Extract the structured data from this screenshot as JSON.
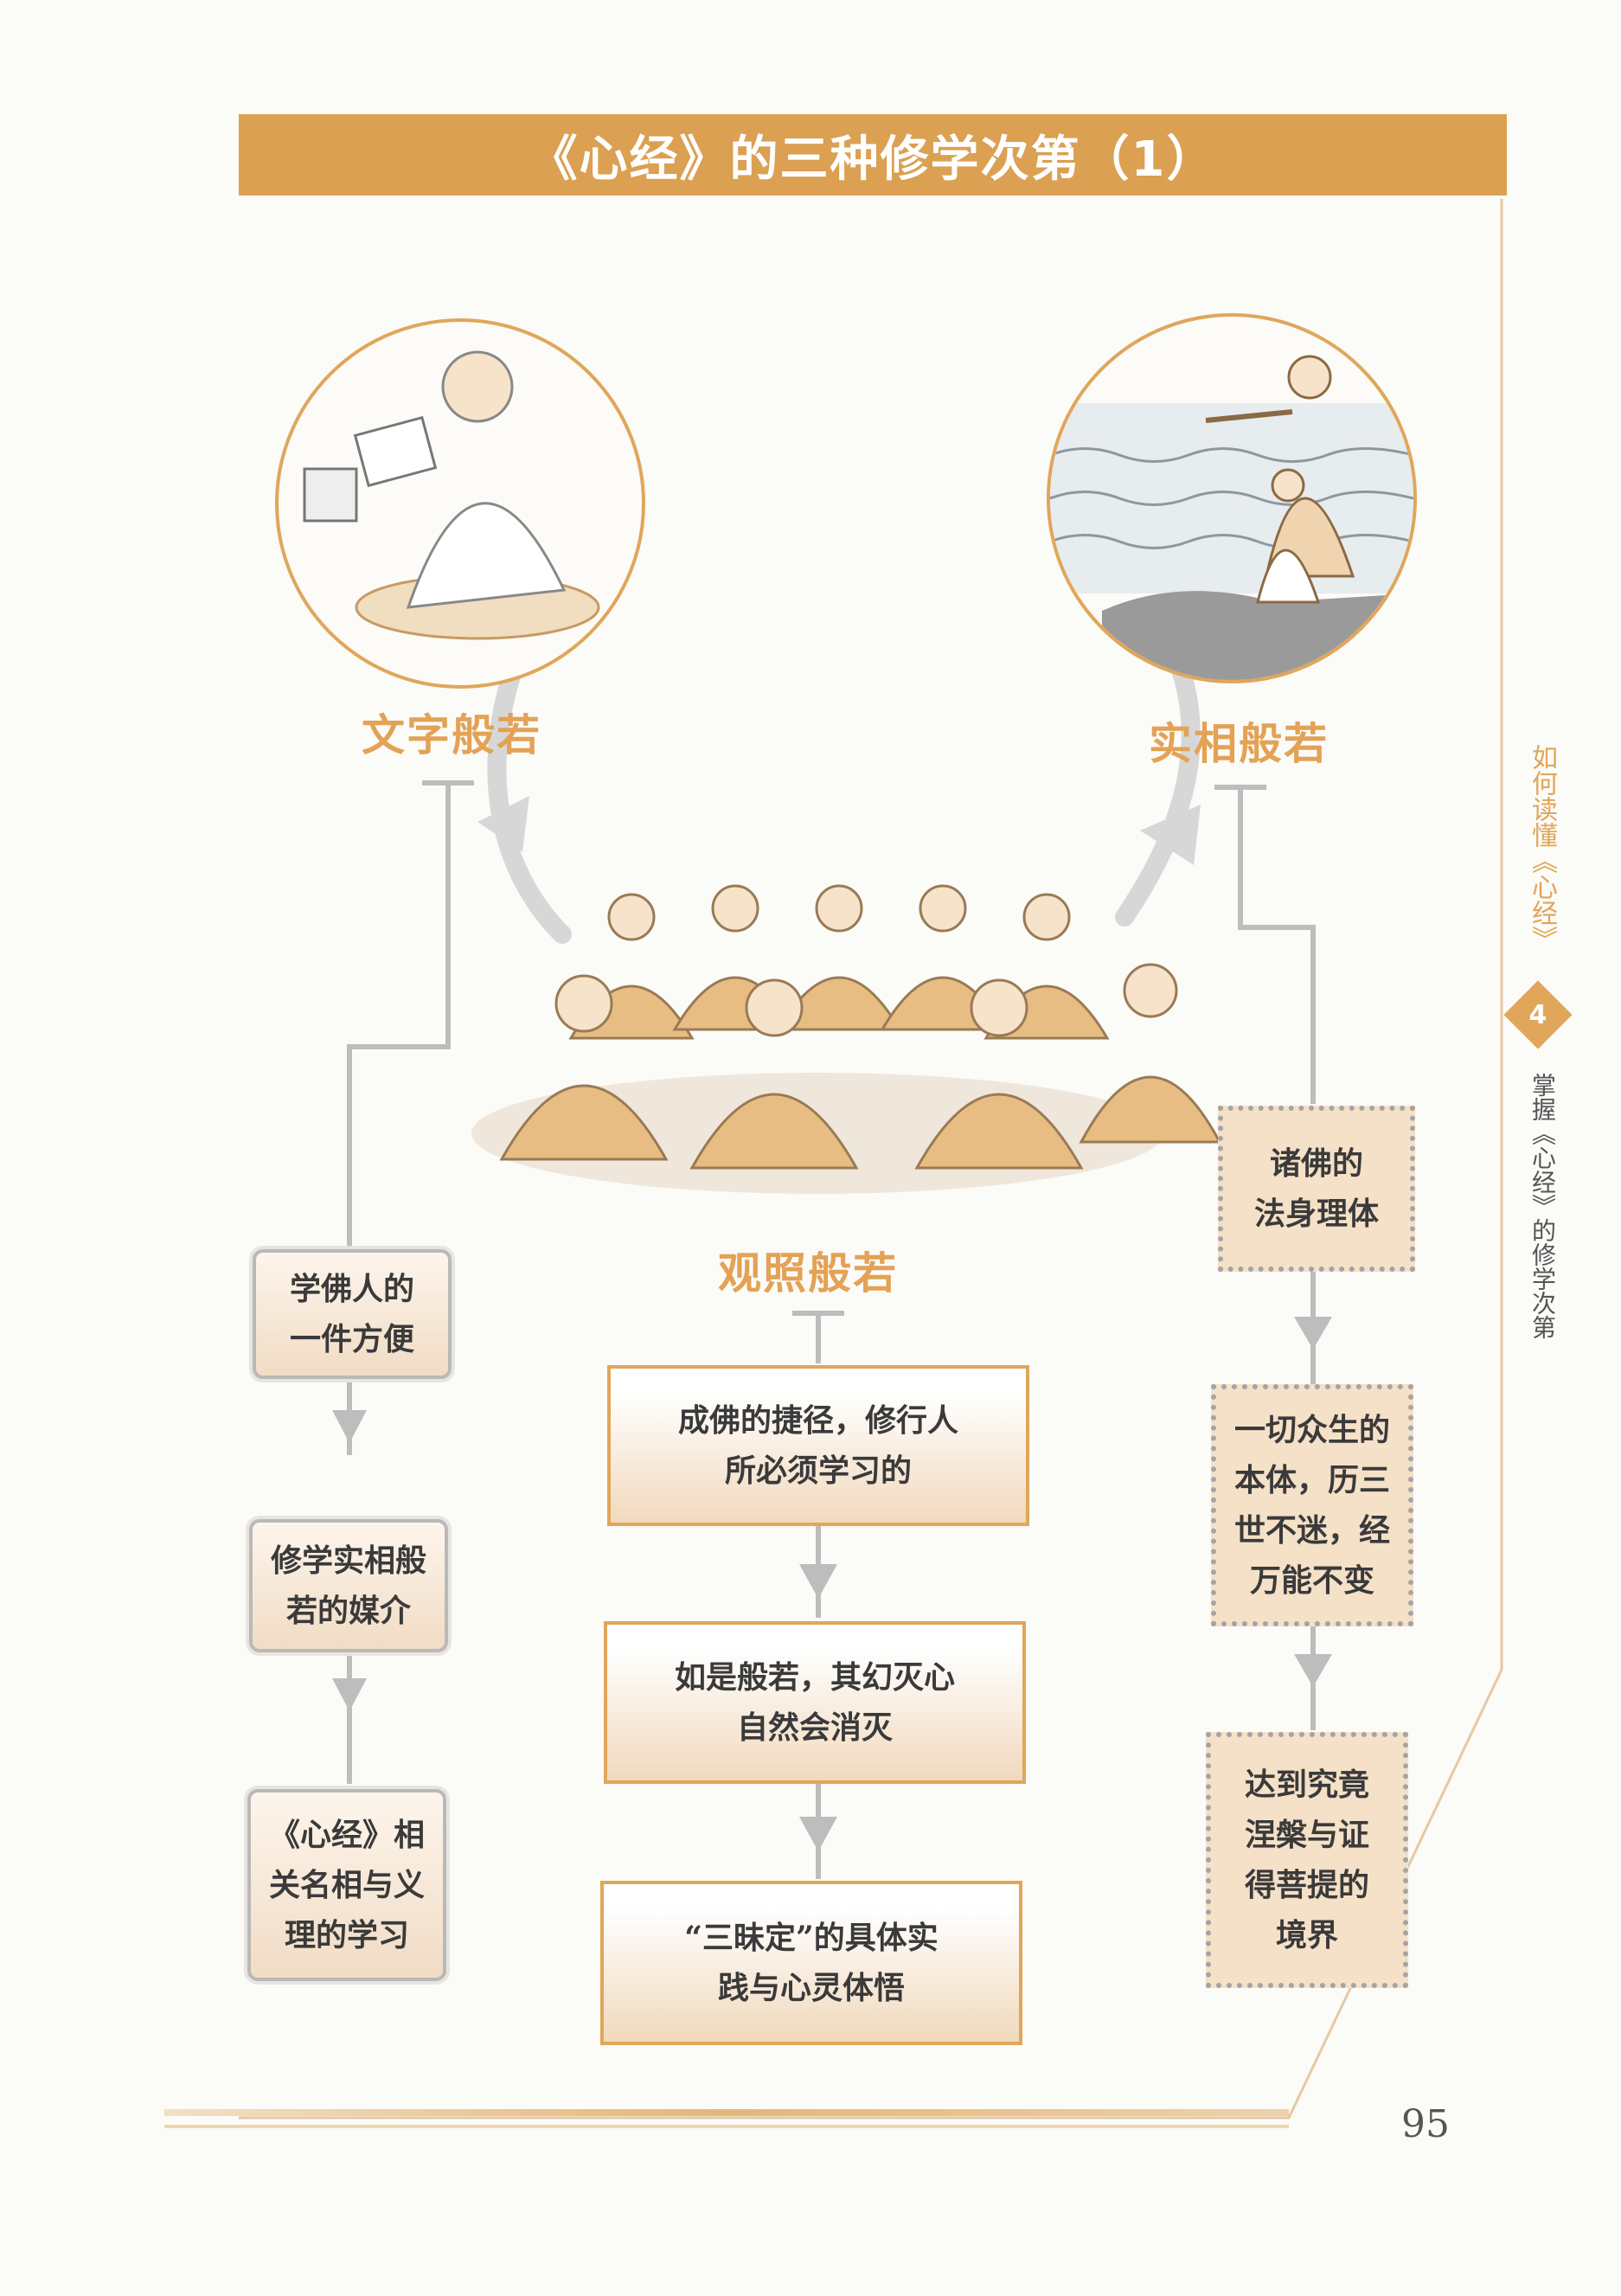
{
  "title": "《心经》的三种修学次第（1）",
  "columns": {
    "left": {
      "heading": "文字般若",
      "boxes": [
        "学佛人的\n一件方便",
        "修学实相般\n若的媒介",
        "《心经》相\n关名相与义\n理的学习"
      ]
    },
    "middle": {
      "heading": "观照般若",
      "boxes": [
        "成佛的捷径，修行人\n所必须学习的",
        "如是般若，其幻灭心\n自然会消灭",
        "“三昧定”的具体实\n践与心灵体悟"
      ]
    },
    "right": {
      "heading": "实相般若",
      "boxes": [
        "诸佛的\n法身理体",
        "一切众生的\n本体，历三\n世不迷，经\n万能不变",
        "达到究竟\n涅槃与证\n得菩提的\n境界"
      ]
    }
  },
  "sidebar": {
    "chapter_title": "如何读懂《心经》",
    "chapter_number": "4",
    "section_title": "掌握《心经》的修学次第"
  },
  "page_number": "95",
  "colors": {
    "accent": "#dba052",
    "gray_line": "#bcbcbc",
    "box_fill": "#f3dcc3"
  }
}
